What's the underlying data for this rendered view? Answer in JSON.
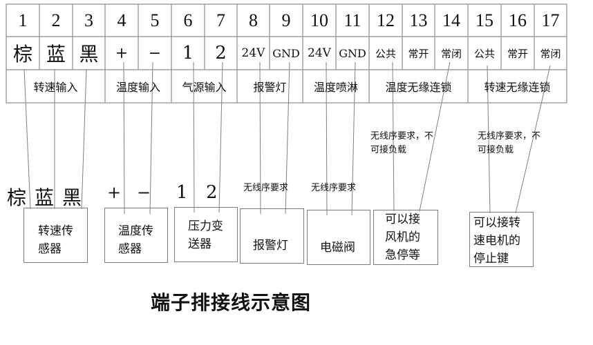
{
  "terminal_table": {
    "numbers": [
      "1",
      "2",
      "3",
      "4",
      "5",
      "6",
      "7",
      "8",
      "9",
      "10",
      "11",
      "12",
      "13",
      "14",
      "15",
      "16",
      "17"
    ],
    "signals": [
      "棕",
      "蓝",
      "黑",
      "+",
      "−",
      "1",
      "2",
      "24V",
      "GND",
      "24V",
      "GND",
      "公共",
      "常开",
      "常闭",
      "公共",
      "常开",
      "常闭"
    ],
    "groups": [
      {
        "label": "转速输入",
        "span": [
          1,
          3
        ]
      },
      {
        "label": "温度输入",
        "span": [
          4,
          5
        ]
      },
      {
        "label": "气源输入",
        "span": [
          6,
          7
        ]
      },
      {
        "label": "报警灯",
        "span": [
          8,
          9
        ]
      },
      {
        "label": "温度喷淋",
        "span": [
          10,
          11
        ]
      },
      {
        "label": "温度无缘连锁",
        "span": [
          12,
          14
        ]
      },
      {
        "label": "转速无缘连锁",
        "span": [
          15,
          17
        ]
      }
    ]
  },
  "wire_labels": {
    "brown": "棕",
    "blue": "蓝",
    "black": "黑",
    "plus": "+",
    "minus": "−",
    "one": "1",
    "two": "2"
  },
  "notes": {
    "alarm_no_order": "无线序要求",
    "valve_no_order": "无线序要求",
    "temp_interlock_note_line1": "无线序要求，不",
    "temp_interlock_note_line2": "可接负载",
    "speed_interlock_note_line1": "无线序要求，不",
    "speed_interlock_note_line2": "可接负载"
  },
  "devices": [
    {
      "id": "speed-sensor",
      "lines": [
        "转速传",
        "感器"
      ]
    },
    {
      "id": "temp-sensor",
      "lines": [
        "温度传",
        "感器"
      ]
    },
    {
      "id": "pressure-transmitter",
      "lines": [
        "压力变",
        "送器"
      ]
    },
    {
      "id": "alarm-light",
      "lines": [
        "报警灯"
      ]
    },
    {
      "id": "solenoid-valve",
      "lines": [
        "电磁阀"
      ]
    },
    {
      "id": "fan-estop",
      "lines": [
        "可以接",
        "风机的",
        "急停等"
      ]
    },
    {
      "id": "motor-stop",
      "lines": [
        "可以接转",
        "速电机的",
        "停止键"
      ]
    }
  ],
  "title": "端子排接线示意图",
  "colors": {
    "grid": "#8a8a8a",
    "line": "#777777",
    "text": "#111111",
    "bg": "#ffffff"
  }
}
